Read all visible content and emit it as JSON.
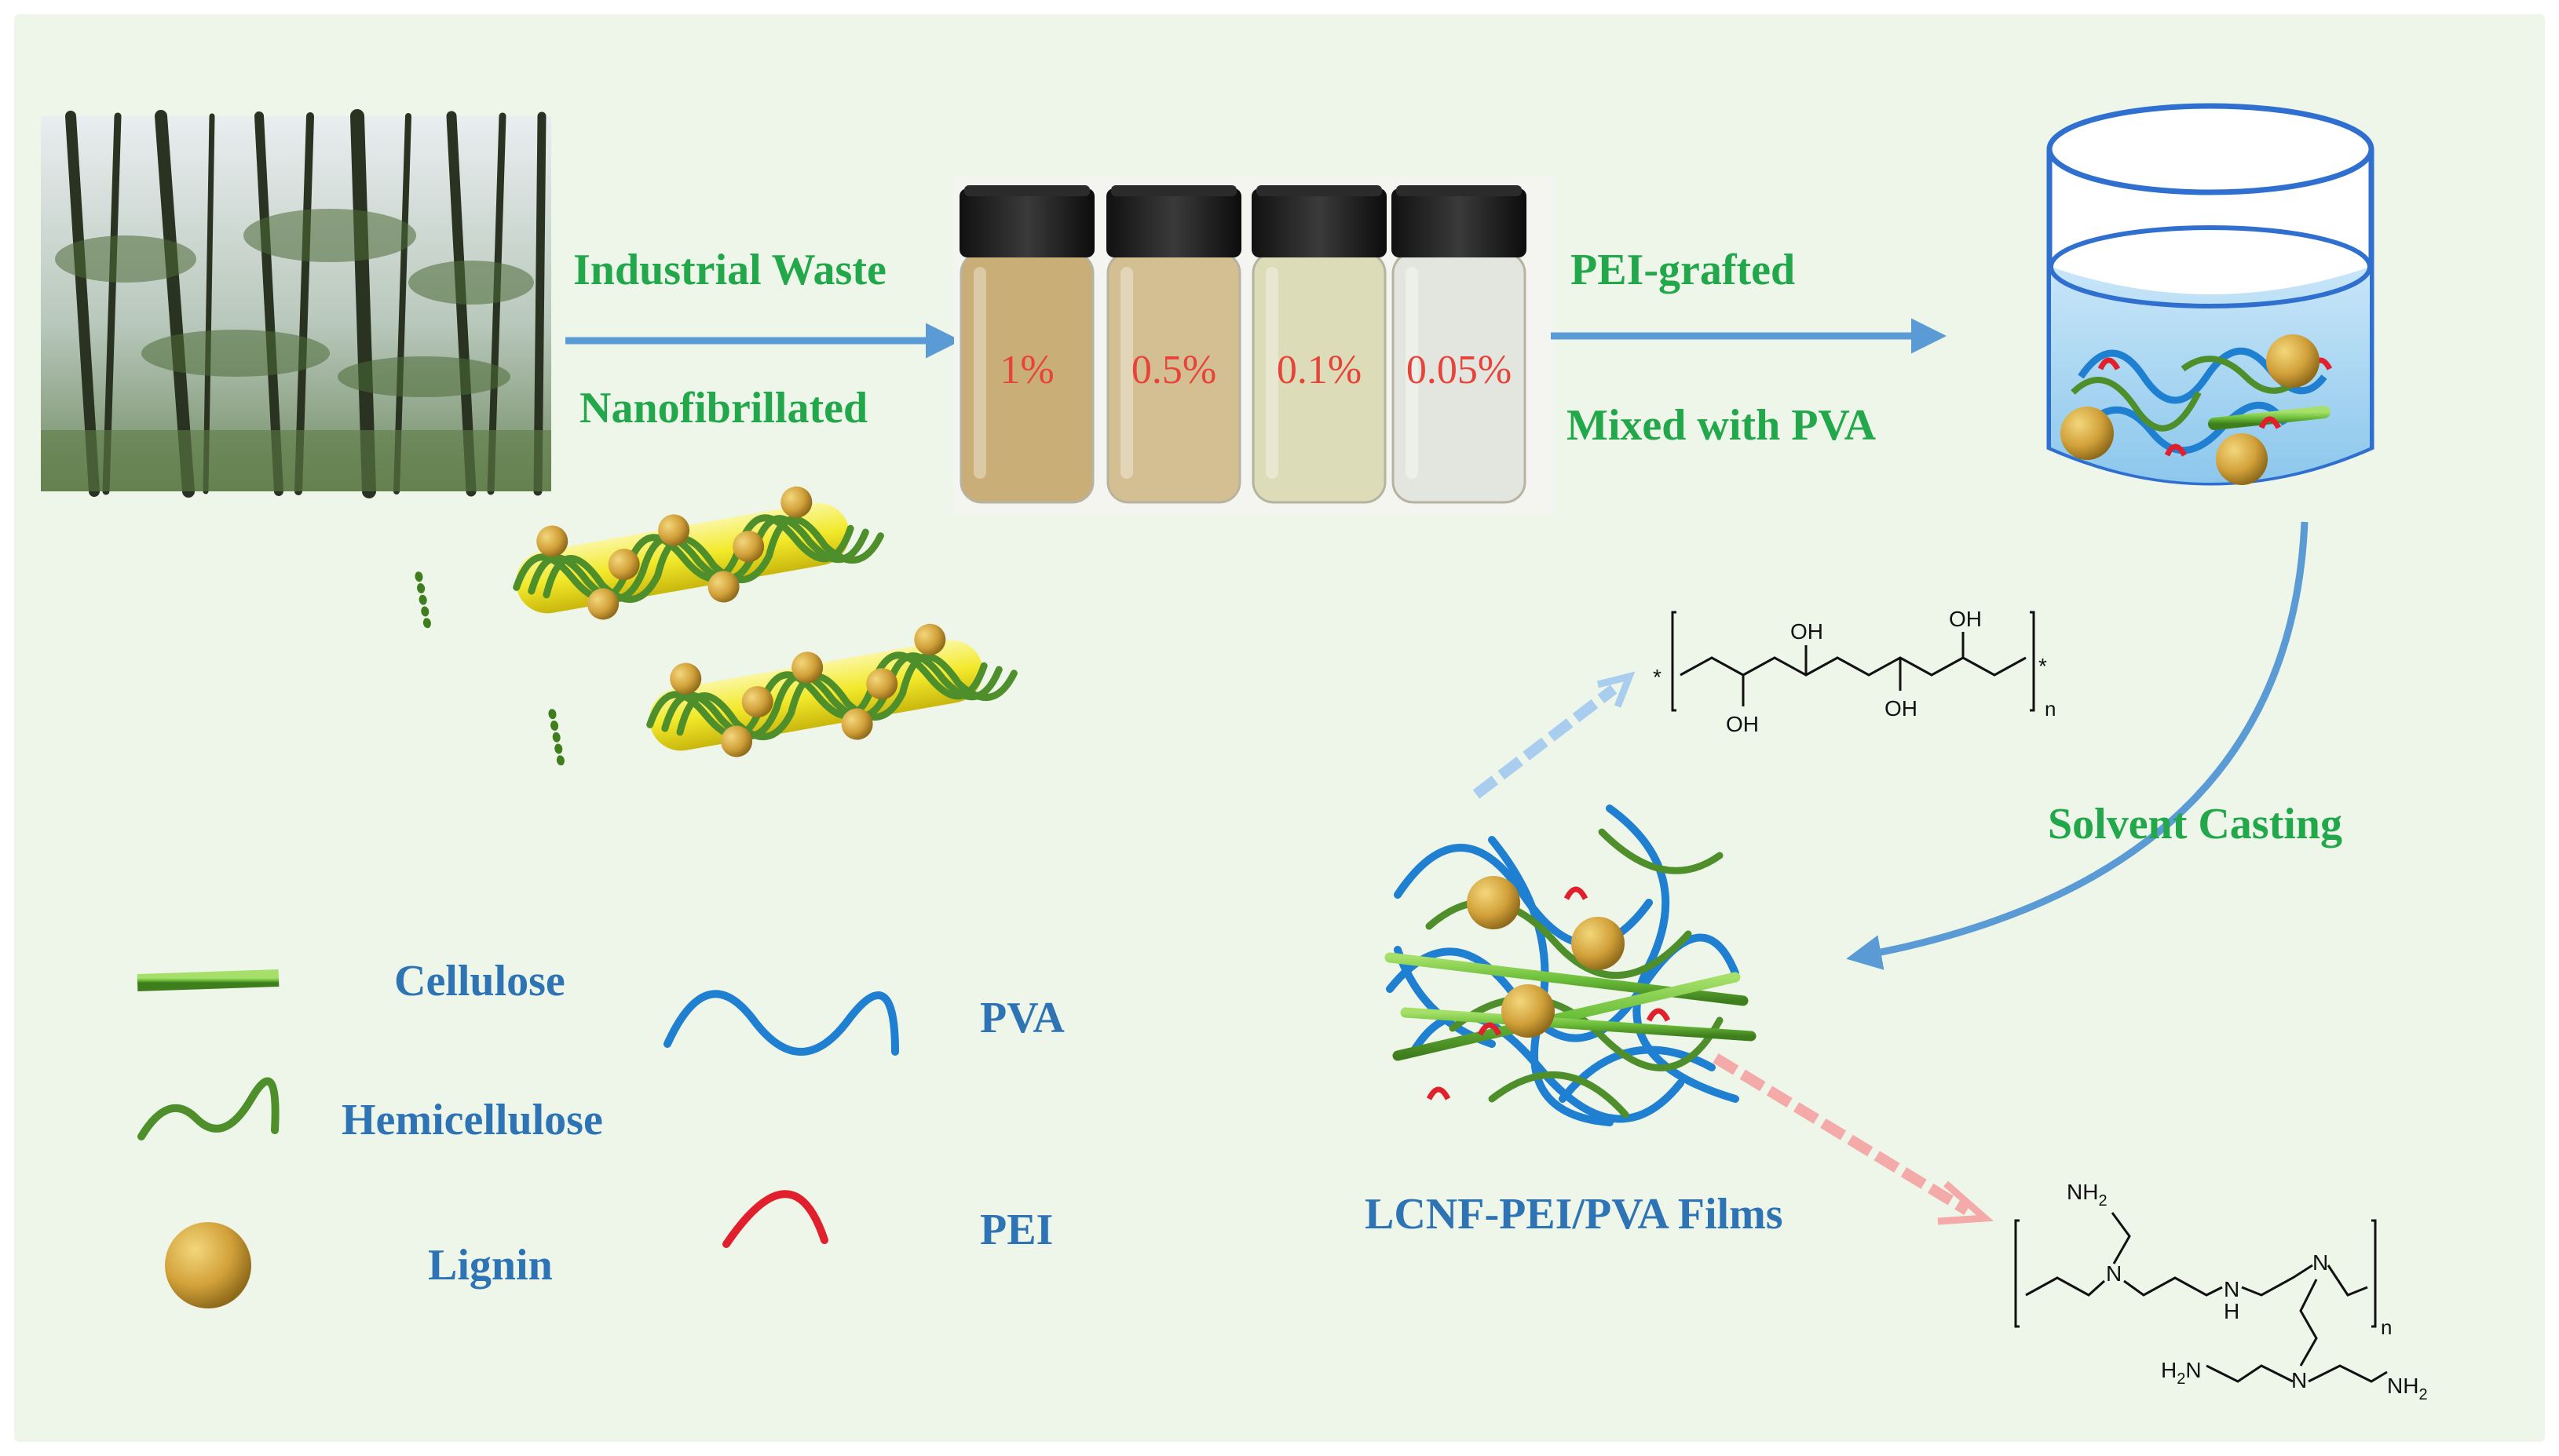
{
  "colors": {
    "background": "#eef5e9",
    "arrow_blue": "#5b9bd5",
    "label_green": "#22a84a",
    "label_blue": "#2e74b5",
    "percent_red": "#e8433a",
    "cellulose_green": "#6cbf3a",
    "hemicellulose_green": "#4e8f2c",
    "pva_blue": "#1f7fd0",
    "pei_red": "#e0202c",
    "lignin_gold": "#d2a13a",
    "core_yellow": "#f2e92a"
  },
  "steps": {
    "step1_top": "Industrial Waste",
    "step1_bottom": "Nanofibrillated",
    "step2_top": "PEI-grafted",
    "step2_bottom": "Mixed with PVA",
    "step3": "Solvent Casting",
    "product": "LCNF-PEI/PVA Films"
  },
  "vials": [
    {
      "label": "1%",
      "liquid": "#c9ae78"
    },
    {
      "label": "0.5%",
      "liquid": "#d3bf92"
    },
    {
      "label": "0.1%",
      "liquid": "#dcdcb8"
    },
    {
      "label": "0.05%",
      "liquid": "#e3e6de"
    }
  ],
  "legend": {
    "cellulose": "Cellulose",
    "hemicellulose": "Hemicellulose",
    "lignin": "Lignin",
    "pva": "PVA",
    "pei": "PEI"
  },
  "pva_structure": {
    "oh": "OH",
    "star": "*",
    "n": "n"
  },
  "pei_structure": {
    "nh2": "NH",
    "nh2_sub": "2",
    "h2n": "H",
    "h2n_sub": "2",
    "h2n_n": "N",
    "n": "N",
    "h": "H",
    "nh": "N",
    "repeat": "n"
  },
  "photo": {
    "icon": "bamboo-forest-photo"
  }
}
